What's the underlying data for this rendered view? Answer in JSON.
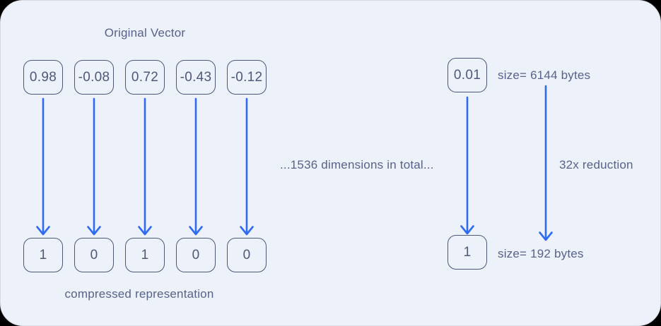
{
  "title": "Original Vector",
  "original_vector": [
    "0.98",
    "-0.08",
    "0.72",
    "-0.43",
    "-0.12"
  ],
  "compressed_vector": [
    "1",
    "0",
    "1",
    "0",
    "0"
  ],
  "compressed_caption": "compressed representation",
  "dimensions_note": "...1536 dimensions in total...",
  "example_dimension": {
    "original_value": "0.01",
    "original_size_label": "size= 6144 bytes",
    "compressed_value": "1",
    "compressed_size_label": "size= 192 bytes",
    "reduction_label": "32x reduction"
  },
  "colors": {
    "canvas_outside": "#000000",
    "card_background": "#edf1f9",
    "box_border": "#4d5778",
    "text": "#58628a",
    "arrow": "#2e6bf0"
  }
}
